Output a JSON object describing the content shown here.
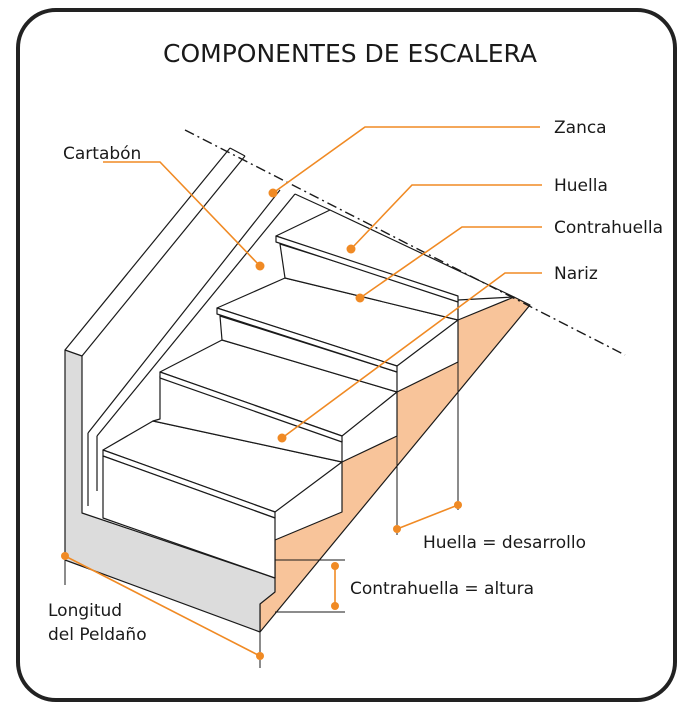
{
  "title": "COMPONENTES DE ESCALERA",
  "labels": {
    "zanca": "Zanca",
    "huella": "Huella",
    "contrahuella": "Contrahuella",
    "nariz": "Nariz",
    "cartabon": "Cartabón",
    "huella_desarrollo": "Huella = desarrollo",
    "contrahuella_altura": "Contrahuella = altura",
    "longitud_line1": "Longitud",
    "longitud_line2": "del Peldaño"
  },
  "colors": {
    "accent": "#f08a24",
    "stringer_fill": "#f8c49a",
    "side_fill": "#dcdcdc",
    "stroke": "#1a1a1a",
    "frame": "#222222"
  }
}
